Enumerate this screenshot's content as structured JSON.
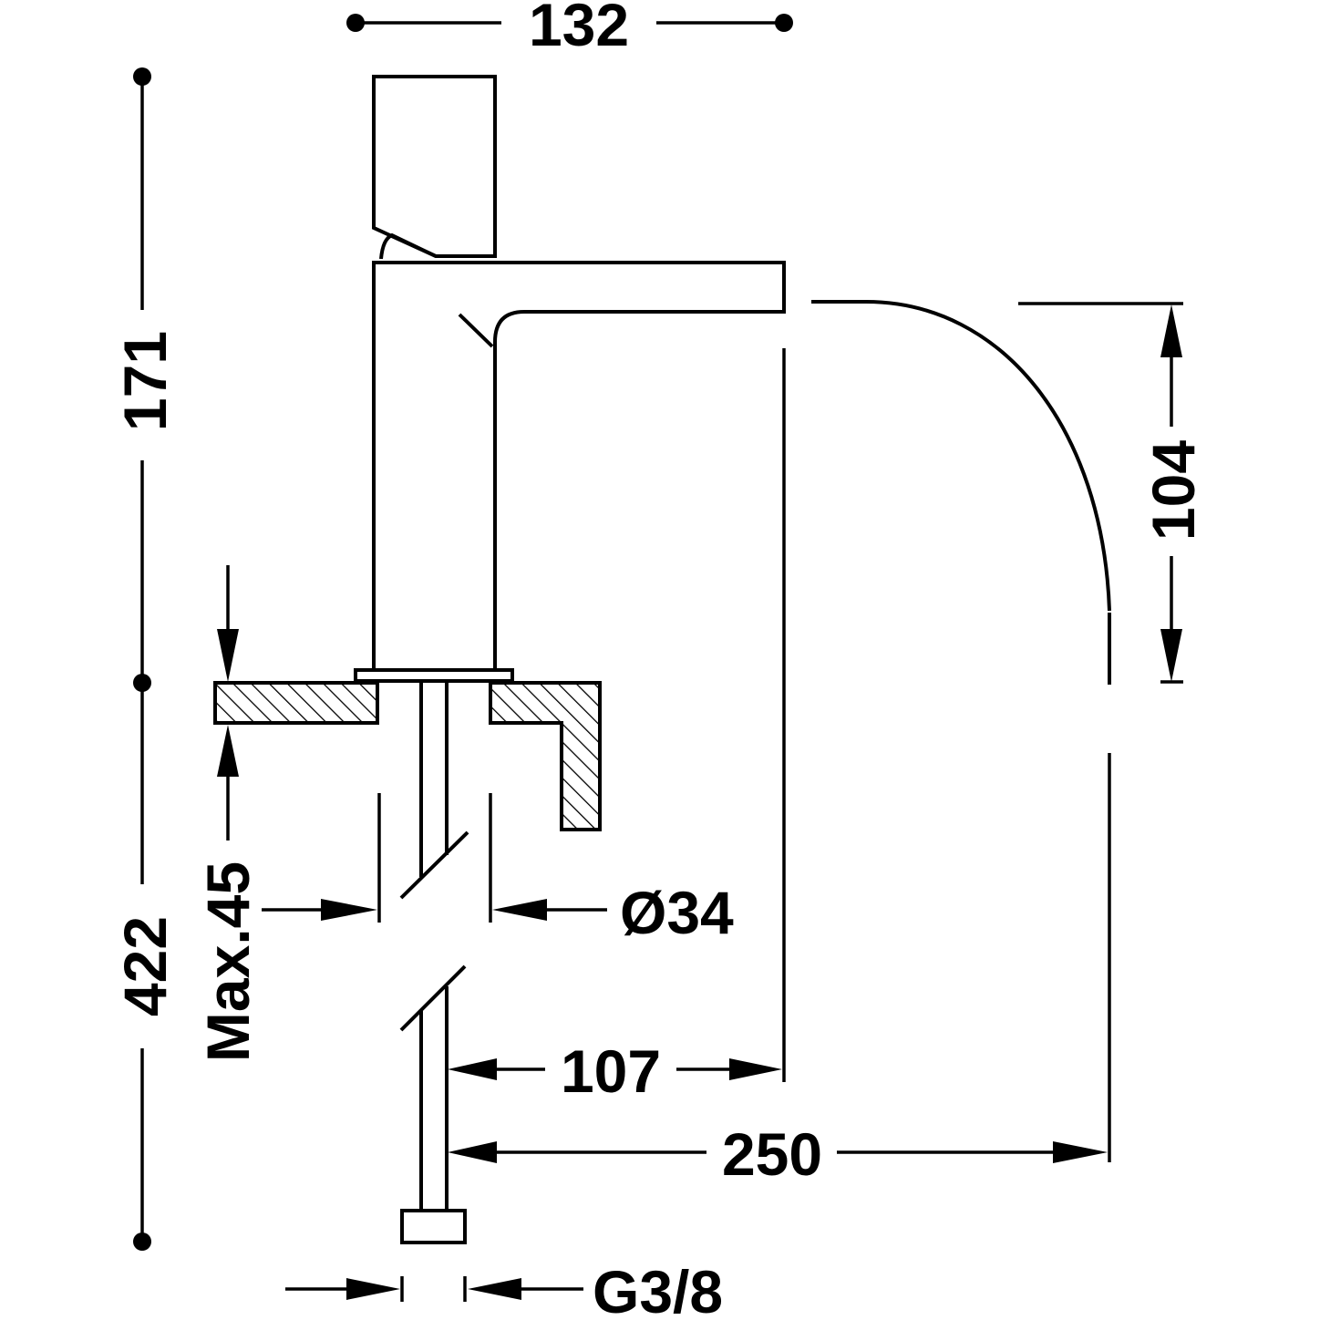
{
  "dimensions": {
    "top_width": "132",
    "total_height": "171",
    "below_counter": "422",
    "counter_thickness": "Max.45",
    "spout_drop": "104",
    "hole_diameter": "Ø34",
    "spout_reach": "107",
    "outflow_reach": "250",
    "connection_thread": "G3/8"
  },
  "colors": {
    "line": "#000000",
    "background": "#ffffff"
  }
}
